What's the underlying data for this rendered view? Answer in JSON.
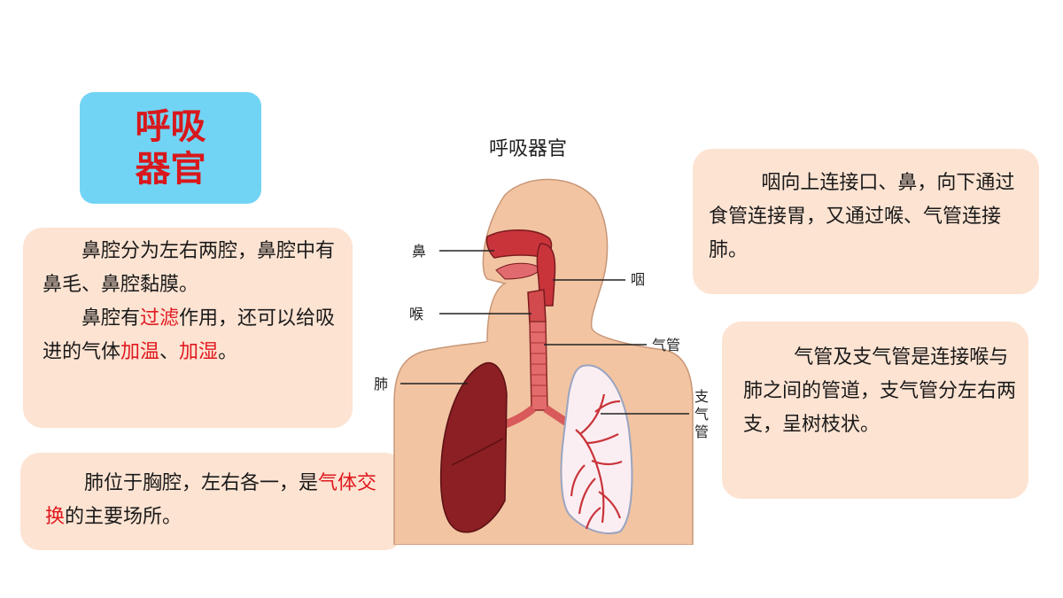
{
  "title": "呼吸器官",
  "diagram": {
    "title": "呼吸器官",
    "labels": {
      "nose": "鼻",
      "pharynx": "咽",
      "larynx": "喉",
      "trachea": "气管",
      "lung": "肺",
      "bronchus": "支气管"
    }
  },
  "cards": {
    "nose": {
      "p1": "鼻腔分为左右两腔，鼻腔中有鼻毛、鼻腔黏膜。",
      "p2_a": "鼻腔有",
      "p2_b": "过滤",
      "p2_c": "作用，还可以给吸进的气体",
      "p2_d": "加温",
      "p2_e": "、",
      "p2_f": "加湿",
      "p2_g": "。"
    },
    "lung": {
      "a": "肺位于胸腔，左右各一，是",
      "b": "气体交换",
      "c": "的主要场所。"
    },
    "pharynx": {
      "text": "咽向上连接口、鼻，向下通过食管连接胃，又通过喉、气管连接肺。"
    },
    "trachea": {
      "text": "气管及支气管是连接喉与肺之间的管道，支气管分左右两支，呈树枝状。"
    }
  },
  "colors": {
    "accent_red": "#e0191f",
    "card_bg": "#fde3d2",
    "title_bg": "#72d4f4"
  }
}
